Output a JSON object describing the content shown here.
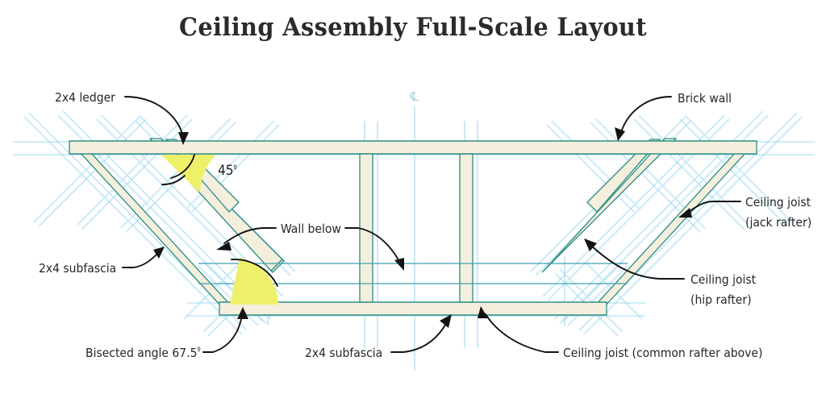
{
  "title": "Ceiling Assembly Full-Scale Layout",
  "drawing": {
    "centerline_symbol": "℄",
    "colors": {
      "member_fill": "#f4efdc",
      "member_edge": "#2f8f86",
      "ghost_line": "#9ed9ee",
      "centerline": "#a8dcf0",
      "wedge_highlight": "#eff06a",
      "leader": "#131313",
      "text": "#262626",
      "background": "#ffffff"
    }
  },
  "annotations": {
    "ledger": {
      "label": "2x4 ledger"
    },
    "brick_wall": {
      "label": "Brick wall"
    },
    "angle_45": {
      "value": "45",
      "unit": "º",
      "label": "45º"
    },
    "joist_jack": {
      "line1": "Ceiling joist",
      "line2": "(jack rafter)"
    },
    "joist_hip": {
      "line1": "Ceiling joist",
      "line2": "(hip rafter)"
    },
    "subfascia_left": {
      "label": "2x4 subfascia"
    },
    "subfascia_bottom": {
      "label": "2x4 subfascia"
    },
    "wall_below": {
      "label": "Wall below"
    },
    "bisected_angle": {
      "label": "Bisected angle 67.5",
      "unit": "º"
    },
    "joist_common": {
      "label": "Ceiling joist (common rafter above)"
    }
  }
}
